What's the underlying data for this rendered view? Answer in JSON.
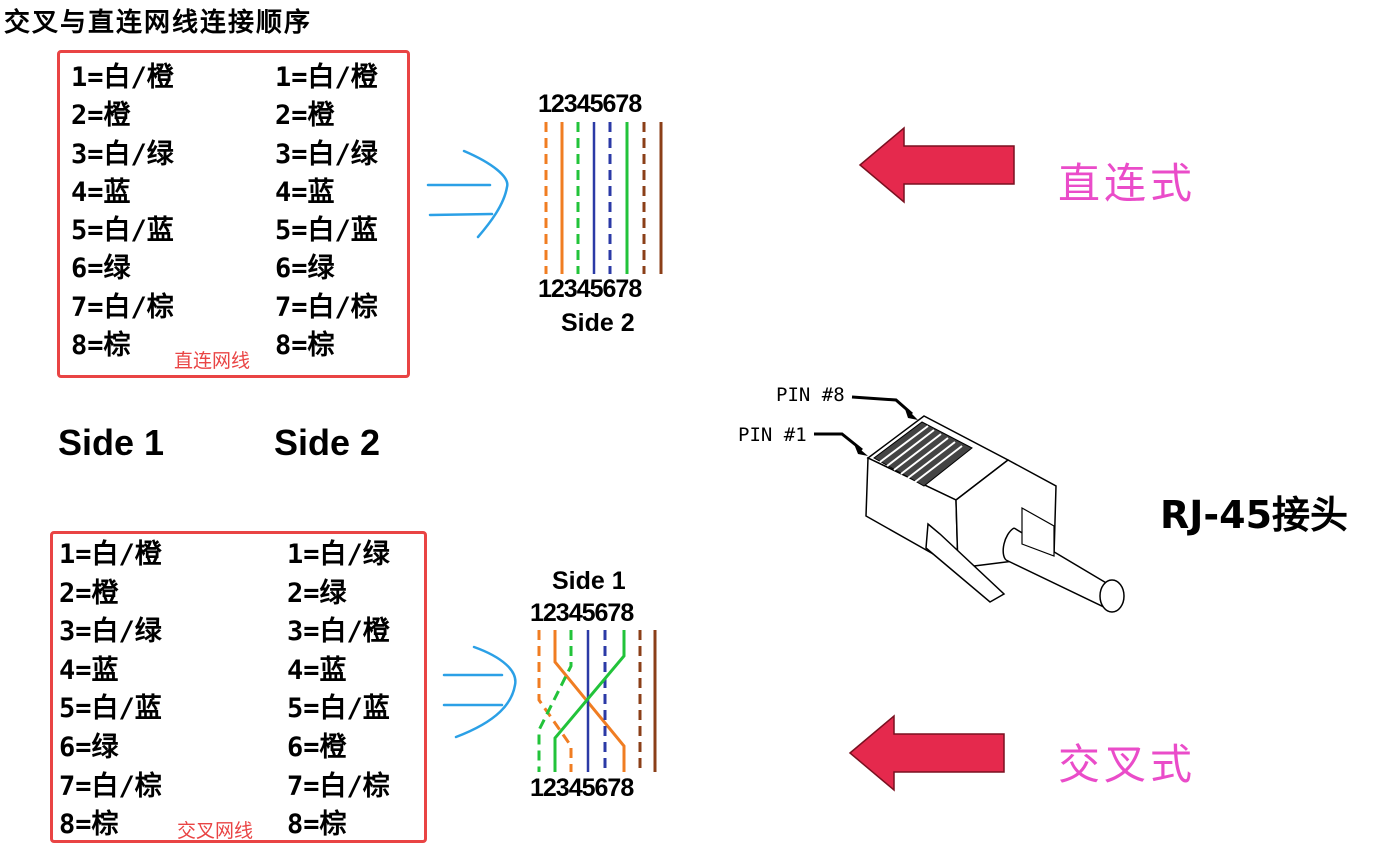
{
  "title": "交叉与直连网线连接顺序",
  "straight_box": {
    "left": [
      "1=白/橙",
      "2=橙",
      "3=白/绿",
      "4=蓝",
      "5=白/蓝",
      "6=绿",
      "7=白/棕",
      "8=棕"
    ],
    "right": [
      "1=白/橙",
      "2=橙",
      "3=白/绿",
      "4=蓝",
      "5=白/蓝",
      "6=绿",
      "7=白/棕",
      "8=棕"
    ],
    "caption": "直连网线"
  },
  "side_labels": {
    "side1": "Side 1",
    "side2": "Side 2"
  },
  "cross_box": {
    "left": [
      "1=白/橙",
      "2=橙",
      "3=白/绿",
      "4=蓝",
      "5=白/蓝",
      "6=绿",
      "7=白/棕",
      "8=棕"
    ],
    "right": [
      "1=白/绿",
      "2=绿",
      "3=白/橙",
      "4=蓝",
      "5=白/蓝",
      "6=橙",
      "7=白/棕",
      "8=棕"
    ],
    "caption": "交叉网线"
  },
  "straight_diagram": {
    "top_numbers": "12345678",
    "bottom_numbers": "12345678",
    "label": "Side 2"
  },
  "cross_diagram": {
    "label": "Side 1",
    "top_numbers": "12345678",
    "bottom_numbers": "12345678"
  },
  "labels": {
    "straight": "直连式",
    "cross": "交叉式",
    "connector": "RJ-45接头"
  },
  "connector_pins": {
    "pin8": "PIN #8",
    "pin1": "PIN #1"
  },
  "colors": {
    "orange": "#f07d22",
    "green": "#22c33a",
    "blue": "#2b3aa6",
    "brown": "#8b3f18",
    "box_border": "#e94444",
    "arrow": "#e5294d",
    "pink_text": "#ea4cc9",
    "pointer": "#2ba0e6"
  },
  "icons": [
    "left-arrow-icon",
    "pointer-arrow-icon",
    "rj45-connector-icon"
  ]
}
